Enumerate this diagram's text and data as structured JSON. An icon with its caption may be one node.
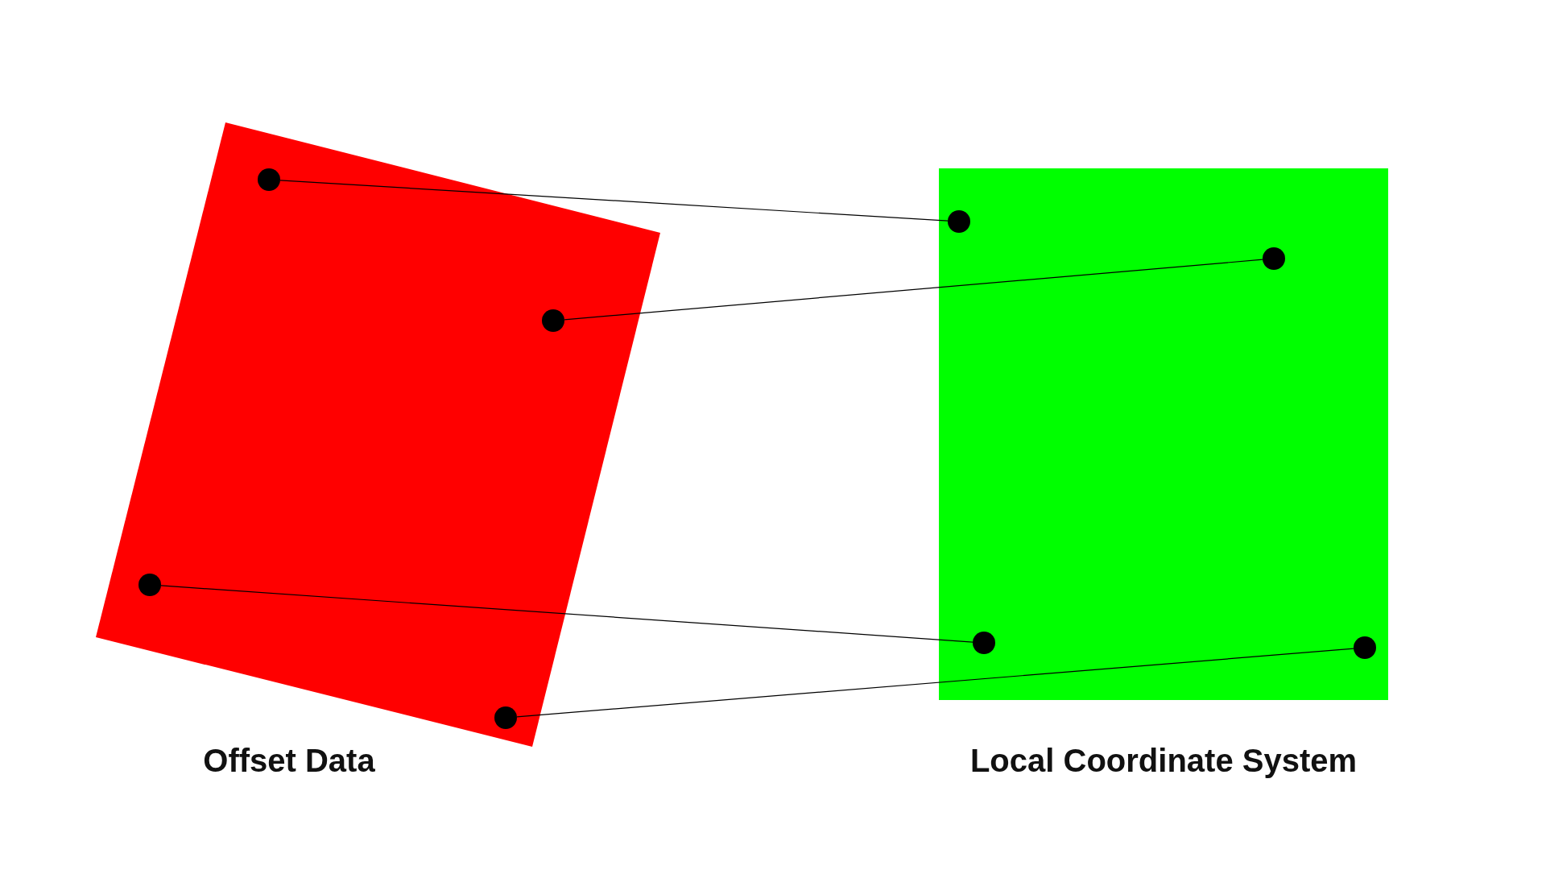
{
  "diagram": {
    "nodes": [
      {
        "text": [
          "Offset Data"
        ]
      },
      {
        "text": [
          "Local Coordinate System"
        ]
      },
      {
        "text": [],
        "shape": "circle",
        "in": 0
      },
      {
        "text": [],
        "shape": "circle",
        "in": 0
      },
      {
        "text": [],
        "shape": "circle",
        "in": 0
      },
      {
        "text": [],
        "shape": "circle",
        "in": 0
      },
      {
        "text": [],
        "shape": "circle",
        "in": 1
      },
      {
        "text": [],
        "shape": "circle",
        "in": 1
      },
      {
        "text": [],
        "shape": "circle",
        "in": 1
      },
      {
        "text": [],
        "shape": "circle",
        "in": 1
      }
    ],
    "edges": [
      {
        "from": 2,
        "to": 6,
        "arrow": "none"
      },
      {
        "from": 3,
        "to": 7,
        "arrow": "none"
      },
      {
        "from": 4,
        "to": 8,
        "arrow": "none"
      },
      {
        "from": 5,
        "to": 9,
        "arrow": "none"
      }
    ]
  }
}
